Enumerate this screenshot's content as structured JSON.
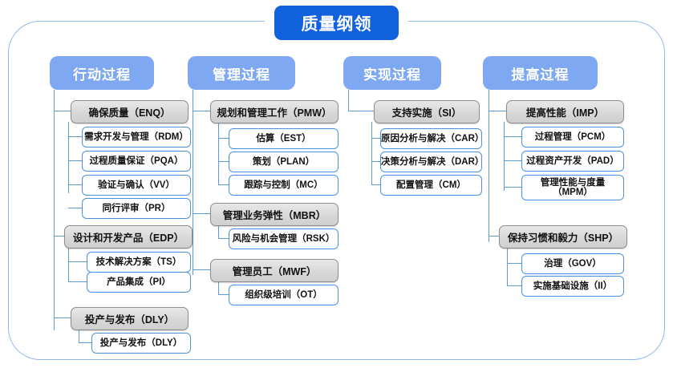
{
  "diagram": {
    "title": "质量纲领",
    "type": "hierarchy-tree",
    "frame_color": "#8fb9ee",
    "title_color": "#1161dd",
    "header_color": "#7fa8f2",
    "group_color": "#d8d8d8",
    "leaf_border_color": "#4a90e2",
    "columns": [
      {
        "header": "行动过程",
        "groups": [
          {
            "label": "确保质量（ENQ）",
            "items": [
              "需求开发与管理（RDM）",
              "过程质量保证（PQA）",
              "验证与确认（VV）",
              "同行评审（PR）"
            ]
          },
          {
            "label": "设计和开发产品（EDP）",
            "items": [
              "技术解决方案（TS）",
              "产品集成（PI）"
            ]
          },
          {
            "label": "投产与发布（DLY）",
            "items": [
              "投产与发布（DLY）"
            ]
          }
        ]
      },
      {
        "header": "管理过程",
        "groups": [
          {
            "label": "规划和管理工作（PMW）",
            "items": [
              "估算（EST）",
              "策划（PLAN）",
              "跟踪与控制（MC）"
            ]
          },
          {
            "label": "管理业务弹性（MBR）",
            "items": [
              "风险与机会管理（RSK）"
            ]
          },
          {
            "label": "管理员工（MWF）",
            "items": [
              "组织级培训（OT）"
            ]
          }
        ]
      },
      {
        "header": "实现过程",
        "groups": [
          {
            "label": "支持实施（SI）",
            "items": [
              "原因分析与解决（CAR）",
              "决策分析与解决（DAR）",
              "配置管理（CM）"
            ]
          }
        ]
      },
      {
        "header": "提高过程",
        "groups": [
          {
            "label": "提高性能（IMP）",
            "items": [
              "过程管理（PCM）",
              "过程资产开发（PAD）",
              "管理性能与度量\n（MPM）"
            ]
          },
          {
            "label": "保持习惯和毅力（SHP）",
            "items": [
              "治理（GOV）",
              "实施基础设施（II）"
            ]
          }
        ]
      }
    ]
  }
}
